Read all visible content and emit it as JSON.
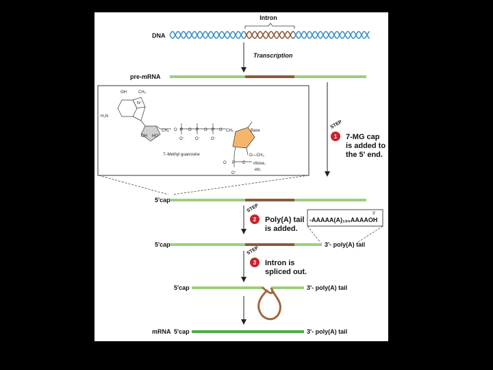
{
  "labels": {
    "intron": "Intron",
    "dna": "DNA",
    "transcription": "Transcription",
    "pre_mrna": "pre-mRNA",
    "cap_1": "5'cap",
    "cap_2": "5'cap",
    "cap_3": "5'cap",
    "mrna": "mRNA",
    "cap_4": "5'cap",
    "tail_1": "3'- poly(A) tail",
    "tail_2": "3'- poly(A) tail",
    "tail_3": "3'- poly(A) tail"
  },
  "steps": [
    {
      "word": "STEP",
      "number": "1",
      "line1": "7-MG cap",
      "line2": "is added to",
      "line3": "the 5' end."
    },
    {
      "word": "STEP",
      "number": "2",
      "line1": "Poly(A) tail",
      "line2": "is added.",
      "line3": ""
    },
    {
      "word": "STEP",
      "number": "3",
      "line1": "Intron is",
      "line2": "spliced out.",
      "line3": ""
    }
  ],
  "poly_a": {
    "sequence": "-AAAAA(A)₁₉₀AAAAOH",
    "three_prime": "3'"
  },
  "chem": {
    "oh": "OH",
    "ch3_top": "CH₃",
    "n_plus": "N⁺",
    "h2n": "H₂N",
    "ch2_left": "CH₂",
    "o1": "O",
    "p1": "P",
    "o2": "O",
    "p2": "P",
    "o3": "O",
    "p3": "P",
    "o4": "O",
    "ch2_right": "CH₂",
    "base": "Base",
    "oh_ring": "OH",
    "ho_ring": "HO",
    "o_minus_1": "O⁻",
    "o_minus_2": "O⁻",
    "o_minus_3": "O⁻",
    "methyl_guanosine": "7–Methyl guanosine",
    "o_ch3": "O—CH₃",
    "ribose": "ribose,",
    "etc": "etc.",
    "o_bottom": "O",
    "p_bottom": "P",
    "c_bottom": "C",
    "o_minus_bottom": "O⁻"
  },
  "colors": {
    "exon": "#9ccf7f",
    "intron": "#8b5a3c",
    "mature": "#4caa45",
    "step_badge": "#c8242b",
    "loop": "#a0673a",
    "dna_blue": "#3d8fc8",
    "dna_brown": "#8b5a3c"
  }
}
